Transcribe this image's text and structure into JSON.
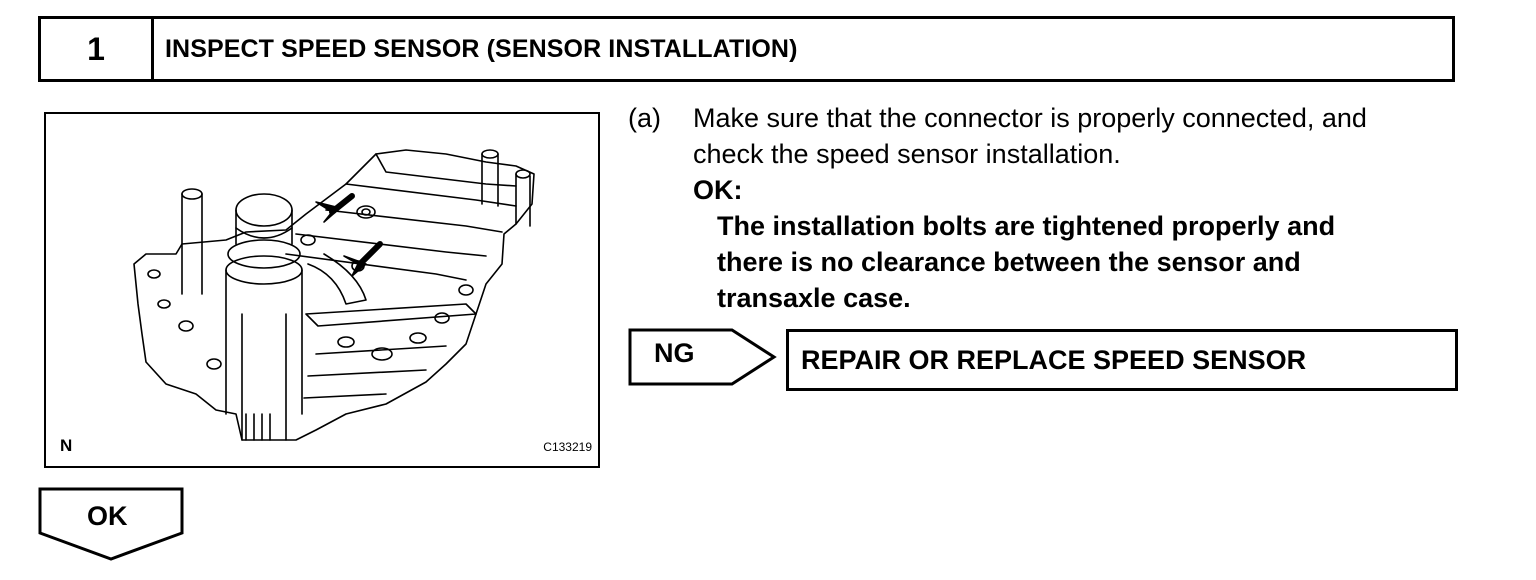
{
  "step": {
    "number": "1",
    "title": "INSPECT SPEED SENSOR (SENSOR INSTALLATION)"
  },
  "figure": {
    "corner_label": "N",
    "id": "C133219"
  },
  "instruction": {
    "marker": "(a)",
    "line1": "Make sure that the connector is properly connected, and",
    "line2": "check the speed sensor installation.",
    "ok_label": "OK:",
    "ok_lines": [
      "The installation bolts are tightened properly and",
      "there is no clearance between the sensor and",
      "transaxle case."
    ]
  },
  "ng": {
    "label": "NG",
    "action": "REPAIR OR REPLACE SPEED SENSOR"
  },
  "ok_next": {
    "label": "OK"
  }
}
